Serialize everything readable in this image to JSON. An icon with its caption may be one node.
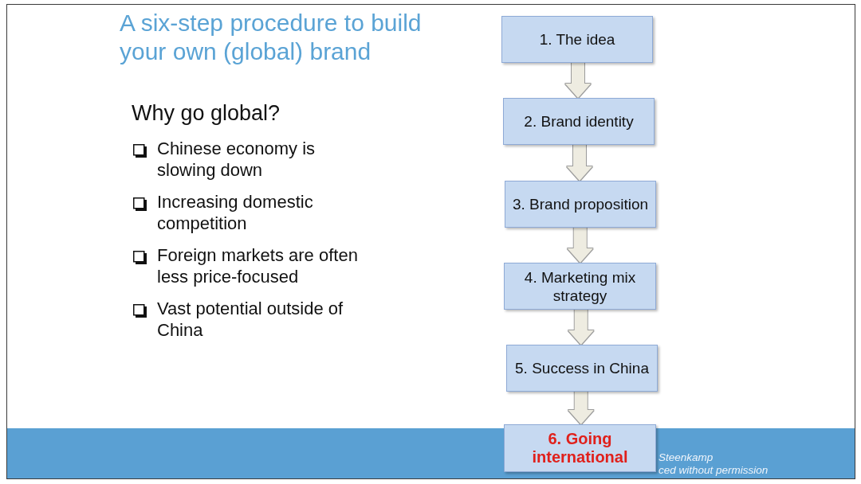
{
  "diagram": {
    "title": "A six-step procedure to build your own (global) brand",
    "nodes": [
      {
        "text": [
          "1. The idea"
        ]
      },
      {
        "text": [
          "2. Brand identity"
        ]
      },
      {
        "text": [
          "3. Brand proposition"
        ]
      },
      {
        "text": [
          "4. Marketing mix strategy"
        ]
      },
      {
        "text": [
          "5. Success in China"
        ]
      },
      {
        "text": [
          "6. Going international"
        ]
      }
    ],
    "edges": [
      {
        "from": 0,
        "to": 1,
        "arrow": "to"
      },
      {
        "from": 1,
        "to": 2,
        "arrow": "to"
      },
      {
        "from": 2,
        "to": 3,
        "arrow": "to"
      },
      {
        "from": 3,
        "to": 4,
        "arrow": "to"
      },
      {
        "from": 4,
        "to": 5,
        "arrow": "to"
      }
    ],
    "labels": [
      "Why go global?",
      "Chinese economy is slowing down",
      "Increasing domestic competition",
      "Foreign markets are often less price-focused",
      "Vast potential outside of China",
      "Steenkamp",
      "ced without permission"
    ]
  }
}
